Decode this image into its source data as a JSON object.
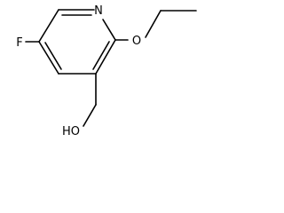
{
  "molecule": {
    "atoms": {
      "nitrogen": "N",
      "oxygen_ether": "O",
      "fluorine": "F",
      "hydroxyl": "HO"
    },
    "colors": {
      "bond": "#000000",
      "text": "#000000",
      "background": "#ffffff"
    }
  }
}
